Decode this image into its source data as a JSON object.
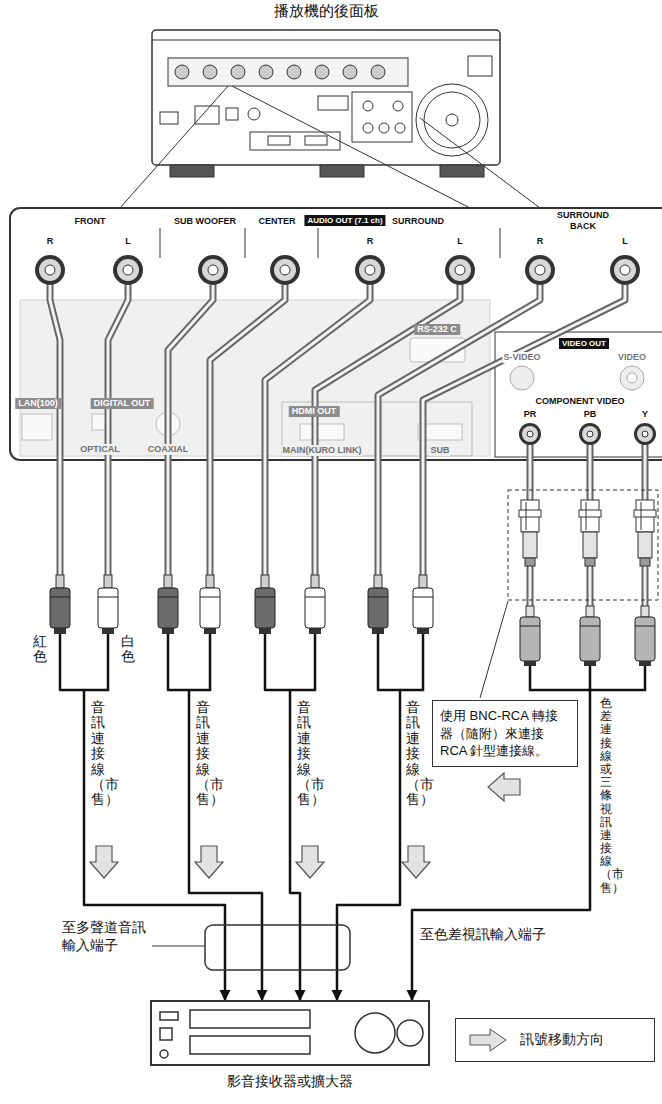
{
  "diagram": {
    "nodes": [
      {
        "text": [
          "播放機的後面板"
        ]
      },
      {
        "text": [
          "R",
          "FRONT",
          "L",
          "SUB WOOFER",
          "CENTER",
          "AUDIO OUT (7.1 ch)",
          "SURROUND",
          "R",
          "L",
          "R",
          "SURROUND BACK",
          "L",
          "RS-232 C",
          "S-VIDEO",
          "VIDEO OUT",
          "VIDEO",
          "LAN(100)",
          "DIGITAL OUT",
          "OPTICAL",
          "COAXIAL",
          "HDMI OUT",
          "MAIN(KURO LINK)",
          "SUB",
          "COMPONENT VIDEO",
          "PR",
          "PB",
          "Y"
        ]
      },
      {
        "text": [
          "使用 BNC-RCA 轉接器（隨附）來連接 RCA 針型連接線。"
        ]
      },
      {
        "text": [
          "影音接收器或擴大器"
        ]
      }
    ],
    "edges": [
      {
        "from": 1,
        "to": 3,
        "arrow": "to",
        "label": "音訊連接線（市售）"
      },
      {
        "from": 1,
        "to": 3,
        "arrow": "to",
        "label": "音訊連接線（市售）"
      },
      {
        "from": 1,
        "to": 3,
        "arrow": "to",
        "label": "音訊連接線（市售）"
      },
      {
        "from": 1,
        "to": 3,
        "arrow": "to",
        "label": "音訊連接線（市售）"
      },
      {
        "from": 1,
        "to": 3,
        "arrow": "to",
        "label": "色差連接線或三條視訊連接線（市售）"
      }
    ],
    "labels": [
      "紅色",
      "白色",
      "至多聲道音訊輸入端子",
      "至色差視訊輸入端子"
    ],
    "legend": [
      {
        "text": "訊號移動方向"
      }
    ]
  }
}
